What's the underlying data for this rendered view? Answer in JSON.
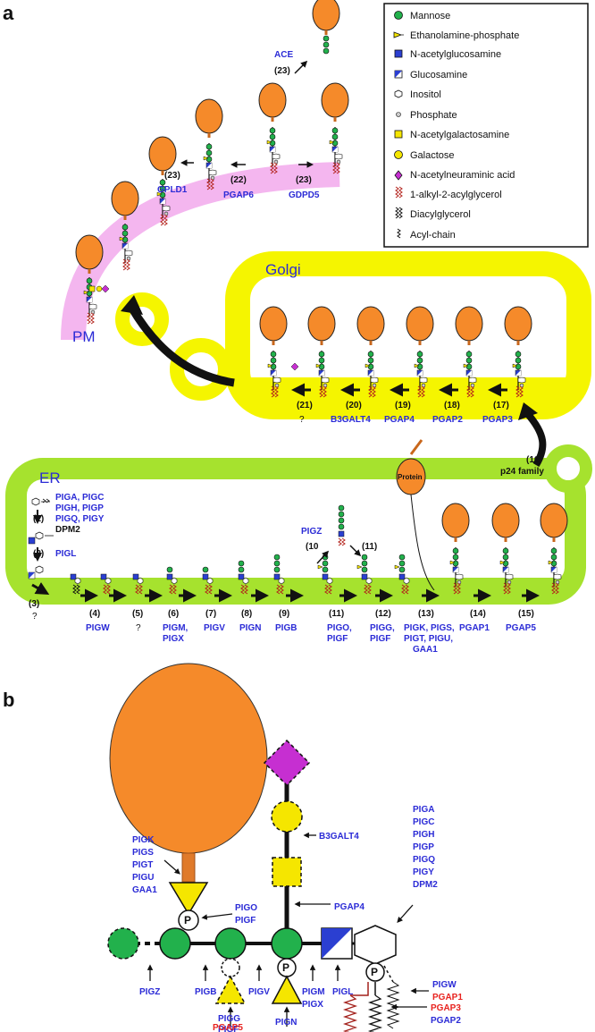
{
  "panels": {
    "a": "a",
    "b": "b"
  },
  "compartments": {
    "golgi": "Golgi",
    "er": "ER",
    "pm": "PM"
  },
  "legend": [
    {
      "label": "Mannose",
      "icon": "mannose-icon"
    },
    {
      "label": "Ethanolamine-phosphate",
      "icon": "etnp-icon"
    },
    {
      "label": "N-acetylglucosamine",
      "icon": "glcnac-icon"
    },
    {
      "label": "Glucosamine",
      "icon": "glcn-icon"
    },
    {
      "label": "Inositol",
      "icon": "inositol-icon"
    },
    {
      "label": "Phosphate",
      "icon": "phosphate-icon"
    },
    {
      "label": "N-acetylgalactosamine",
      "icon": "galnac-icon"
    },
    {
      "label": "Galactose",
      "icon": "galactose-icon"
    },
    {
      "label": "N-acetylneuraminic acid",
      "icon": "neu5ac-icon"
    },
    {
      "label": "1-alkyl-2-acylglycerol",
      "icon": "alkyl-lipid-icon"
    },
    {
      "label": "Diacylglycerol",
      "icon": "dag-icon"
    },
    {
      "label": "Acyl-chain",
      "icon": "acyl-chain-icon"
    }
  ],
  "pm_steps": {
    "s23a": "(23)",
    "ace": "ACE",
    "s22": "(22)",
    "pgap6": "PGAP6",
    "s23b": "(23)",
    "gdpd5": "GDPD5",
    "s23c": "(23)",
    "gpld1": "GPLD1"
  },
  "golgi_steps": {
    "s21": "(21)",
    "q21": "?",
    "s20": "(20)",
    "b3galt4": "B3GALT4",
    "s19": "(19)",
    "pgap4": "PGAP4",
    "s18": "(18)",
    "pgap2": "PGAP2",
    "s17": "(17)",
    "pgap3": "PGAP3",
    "s16": "(16)",
    "p24": "p24 family"
  },
  "er_steps": {
    "s1": "(1)",
    "e1a": "PIGA, PIGC",
    "e1b": "PIGH, PIGP",
    "e1c": "PIGQ, PIGY",
    "e1d": "DPM2",
    "s2": "(2)",
    "e2": "PIGL",
    "s3": "(3)",
    "q3": "?",
    "s4": "(4)",
    "e4": "PIGW",
    "s5": "(5)",
    "q5": "?",
    "s6": "(6)",
    "e6a": "PIGM,",
    "e6b": "PIGX",
    "s7": "(7)",
    "e7": "PIGV",
    "s8": "(8)",
    "e8": "PIGN",
    "s9": "(9)",
    "e9": "PIGB",
    "s10": "(10",
    "pigz": "PIGZ",
    "s11a": "(11)",
    "s11": "(11)",
    "e11a": "PIGO,",
    "e11b": "PIGF",
    "s12": "(12)",
    "e12a": "PIGG,",
    "e12b": "PIGF",
    "s13": "(13)",
    "e13a": "PIGK, PIGS,",
    "e13b": "PIGT, PIGU,",
    "e13c": "GAA1",
    "s14": "(14)",
    "e14": "PGAP1",
    "s15": "(15)",
    "e15": "PGAP5",
    "protein": "Protein"
  },
  "panel_b": {
    "left_group": [
      "PIGK",
      "PIGS",
      "PIGT",
      "PIGU",
      "GAA1"
    ],
    "pigo": "PIGO",
    "pigf": "PIGF",
    "b3galt4": "B3GALT4",
    "right_group": [
      "PIGA",
      "PIGC",
      "PIGH",
      "PIGP",
      "PIGQ",
      "PIGY",
      "DPM2"
    ],
    "pgap4": "PGAP4",
    "pigz": "PIGZ",
    "pigb": "PIGB",
    "pigv": "PIGV",
    "pigm": "PIGM",
    "pigx": "PIGX",
    "pigl": "PIGL",
    "bottom1": [
      "PIGG",
      "PIGF"
    ],
    "pgap5": "PGAP5",
    "pign": "PIGN",
    "pigw": "PIGW",
    "pgap1": "PGAP1",
    "pgap3": "PGAP3",
    "pgap2": "PGAP2",
    "p": "P"
  },
  "colors": {
    "mannose": "#22b14c",
    "golgi": "#f5f500",
    "er": "#a6e22e",
    "pm": "#f4b6ef",
    "protein": "#f58a2a",
    "enzyme_blue": "#2b2bd6",
    "enzyme_red": "#e8231f",
    "neu5ac": "#c62fd1",
    "lipid_red": "#a3211c"
  }
}
